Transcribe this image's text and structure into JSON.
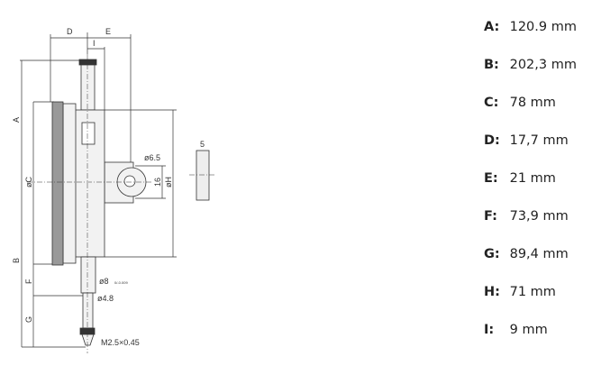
{
  "drawing": {
    "labels": {
      "A": "A",
      "B": "B",
      "C": "øC",
      "D": "D",
      "E": "E",
      "F": "F",
      "G": "G",
      "H": "øH",
      "I": "I",
      "hole": "ø6.5",
      "lug": "16",
      "thickness": "5",
      "stem": "ø8",
      "stem_tol": "0/-0.009",
      "spindle": "ø4.8",
      "thread": "M2.5×0.45"
    }
  },
  "dimensions": [
    {
      "key": "A:",
      "value": "120.9 mm"
    },
    {
      "key": "B:",
      "value": "202,3 mm"
    },
    {
      "key": "C:",
      "value": "78 mm"
    },
    {
      "key": "D:",
      "value": "17,7 mm"
    },
    {
      "key": "E:",
      "value": "21 mm"
    },
    {
      "key": "F:",
      "value": "73,9 mm"
    },
    {
      "key": "G:",
      "value": "89,4 mm"
    },
    {
      "key": "H:",
      "value": "71 mm"
    },
    {
      "key": "I:",
      "value": "9 mm"
    }
  ]
}
